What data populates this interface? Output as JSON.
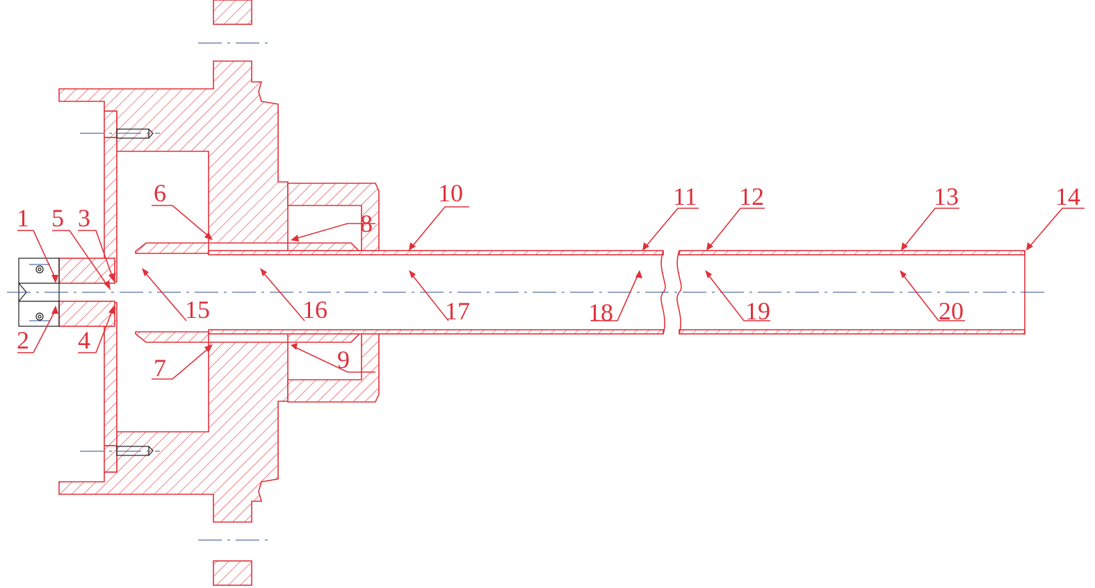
{
  "diagram": {
    "callouts": [
      {
        "id": "1",
        "text": "1"
      },
      {
        "id": "2",
        "text": "2"
      },
      {
        "id": "3",
        "text": "3"
      },
      {
        "id": "4",
        "text": "4"
      },
      {
        "id": "5",
        "text": "5"
      },
      {
        "id": "6",
        "text": "6"
      },
      {
        "id": "7",
        "text": "7"
      },
      {
        "id": "8",
        "text": "8"
      },
      {
        "id": "9",
        "text": "9"
      },
      {
        "id": "10",
        "text": "10"
      },
      {
        "id": "11",
        "text": "11"
      },
      {
        "id": "12",
        "text": "12"
      },
      {
        "id": "13",
        "text": "13"
      },
      {
        "id": "14",
        "text": "14"
      },
      {
        "id": "15",
        "text": "15"
      },
      {
        "id": "16",
        "text": "16"
      },
      {
        "id": "17",
        "text": "17"
      },
      {
        "id": "18",
        "text": "18"
      },
      {
        "id": "19",
        "text": "19"
      },
      {
        "id": "20",
        "text": "20"
      }
    ],
    "colors": {
      "section_line": "#e0303a",
      "center_line": "#2a4a8a",
      "detail_line": "#1a1a1a",
      "background": "#ffffff"
    }
  }
}
